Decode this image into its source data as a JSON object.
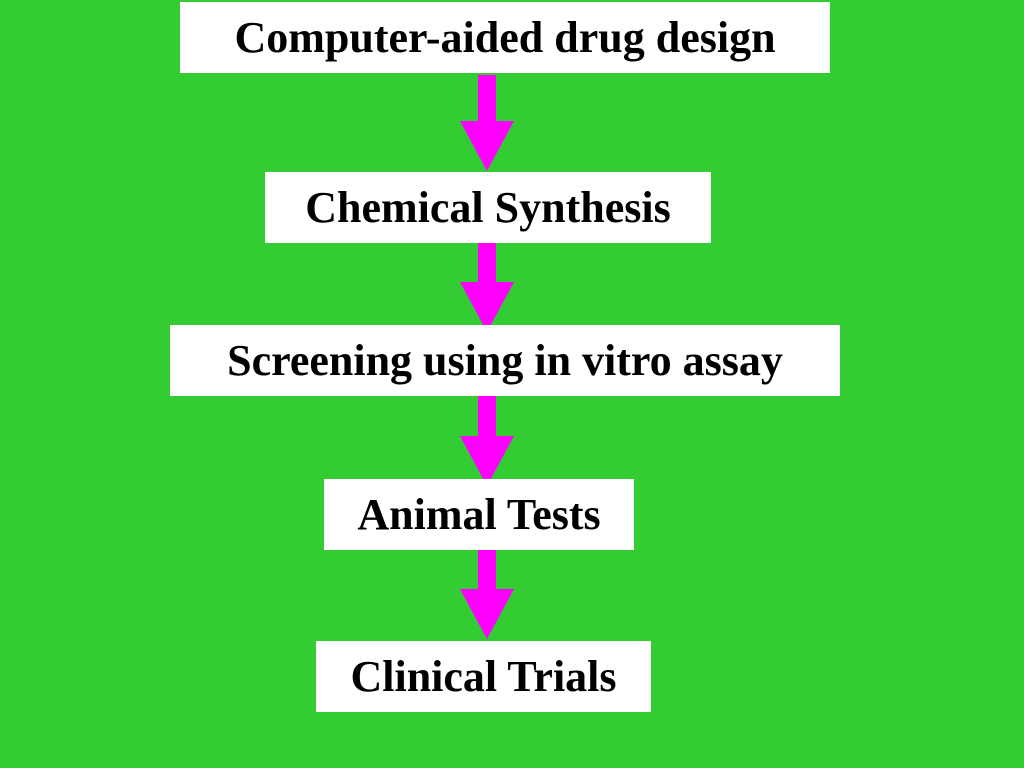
{
  "diagram": {
    "steps": [
      {
        "label": "Computer-aided drug design"
      },
      {
        "label": "Chemical Synthesis"
      },
      {
        "label": "Screening using in vitro assay"
      },
      {
        "label": "Animal Tests"
      },
      {
        "label": "Clinical Trials"
      }
    ],
    "arrow_icon": "down-arrow-icon",
    "colors": {
      "background": "#33cc33",
      "box": "#ffffff",
      "text": "#000000",
      "arrow": "#ff00ff"
    }
  }
}
